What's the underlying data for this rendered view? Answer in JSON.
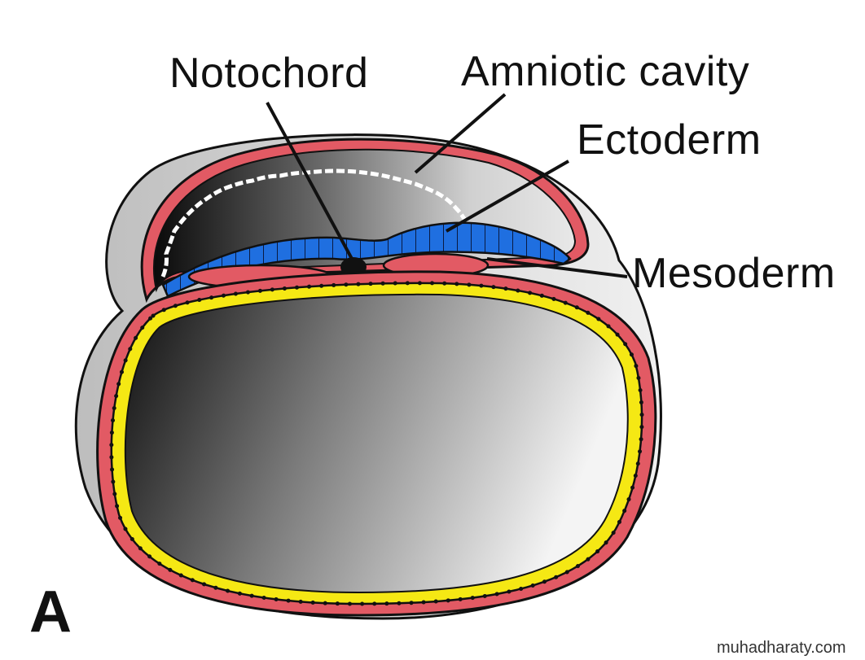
{
  "labels": {
    "notochord": "Notochord",
    "amniotic_cavity": "Amniotic cavity",
    "ectoderm": "Ectoderm",
    "mesoderm": "Mesoderm",
    "panel": "A"
  },
  "watermark": "muhadharaty.com",
  "colors": {
    "ectoderm": "#1f6fe0",
    "mesoderm": "#e25a64",
    "yolk_lining": "#f5e814",
    "outline": "#111111",
    "shading_dark": "#111111",
    "shading_light": "#f2f2f2"
  }
}
